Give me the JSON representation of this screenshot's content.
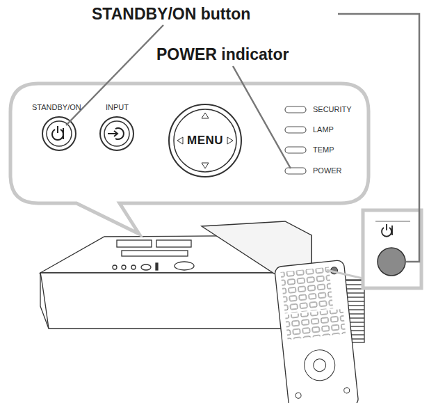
{
  "diagram": {
    "labels": [
      "STANDBY/ON button",
      "POWER indicator",
      "STANDBY/ON",
      "INPUT",
      "MENU",
      "SECURITY",
      "LAMP",
      "TEMP",
      "POWER"
    ]
  }
}
